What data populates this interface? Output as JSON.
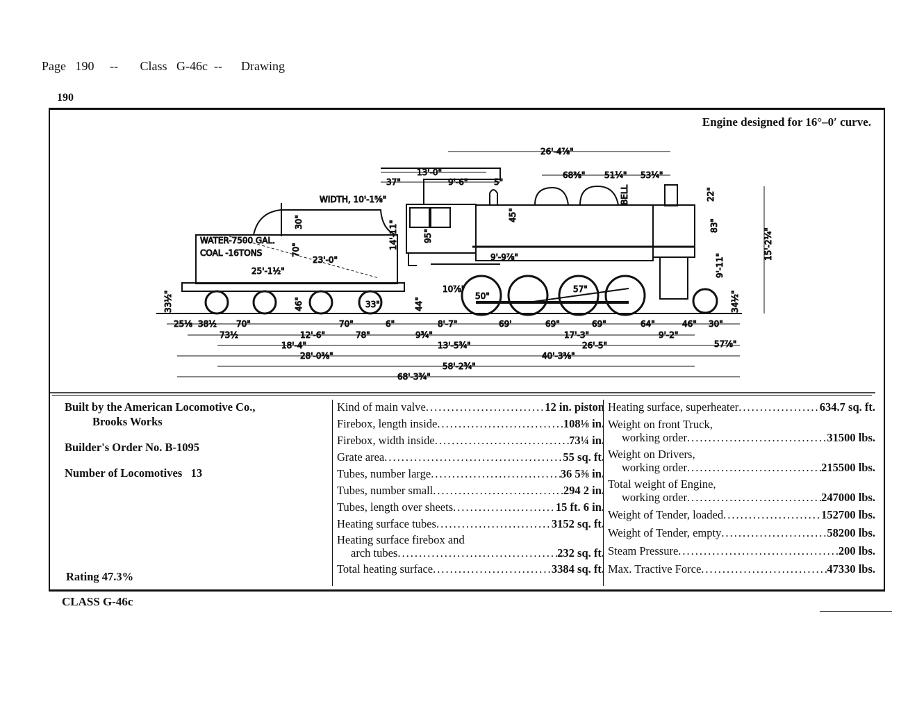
{
  "header": {
    "page_label": "Page",
    "page_number": "190",
    "sep1": "--",
    "class_label": "Class",
    "class_value": "G-46c",
    "sep2": "--",
    "section": "Drawing"
  },
  "page_number_printed": "190",
  "curve_note": "Engine designed for 16°–0′ curve.",
  "drawing": {
    "width_note": "WIDTH, 10'-1⅝\"",
    "water": "WATER-7500 GAL.",
    "coal": "COAL -16TONS",
    "bell": "BELL",
    "dims": [
      "26'-4⅞\"",
      "13'-0\"",
      "37\"",
      "9'-6\"",
      "5\"",
      "68⅜\"",
      "51¼\"",
      "53¼\"",
      "22\"",
      "15'-2¼\"",
      "23'-0\"",
      "25'-1½\"",
      "14'-11\"",
      "9'-9⅞\"",
      "10⅞\"",
      "30\"",
      "70\"",
      "95\"",
      "45\"",
      "83\"",
      "8'-7\"",
      "69'",
      "69\"",
      "69\"",
      "64\"",
      "46\"",
      "30\"",
      "17'-3\"",
      "9'-2\"",
      "25⅛",
      "38½",
      "70\"",
      "70\"",
      "6\"",
      "73½",
      "12'-6\"",
      "78\"",
      "9¾\"",
      "18'-4\"",
      "13'-5¾\"",
      "26'-5\"",
      "57⅞\"",
      "28'-0⅜\"",
      "40'-3⅜\"",
      "58'-2¾\"",
      "68'-3¾\"",
      "33½\"",
      "34½\"",
      "46\"",
      "44\"",
      "33\"",
      "50\"",
      "57\"",
      "9'-11\""
    ]
  },
  "specs": {
    "left": {
      "built_by": "Built by the American Locomotive Co.,",
      "works": "Brooks Works",
      "order": "Builder's Order No. B-1095",
      "num_label": "Number of Locomotives",
      "num_value": "13",
      "rating": "Rating 47.3%"
    },
    "middle": [
      {
        "k": "Kind of main valve",
        "v": "12 in. piston"
      },
      {
        "k": "Firebox, length inside",
        "v": "108⅛ in."
      },
      {
        "k": "Firebox, width inside",
        "v": "73¼ in."
      },
      {
        "k": "Grate area",
        "v": "55 sq. ft."
      },
      {
        "k": "Tubes, number large",
        "v": "36   5⅜ in."
      },
      {
        "k": "Tubes, number small",
        "v": "294    2 in."
      },
      {
        "k": "Tubes, length over sheets",
        "v": "15 ft. 6 in."
      },
      {
        "k": "Heating surface tubes",
        "v": "3152 sq. ft."
      },
      {
        "k1": "Heating surface firebox and",
        "k": "arch tubes",
        "v": "232 sq. ft."
      },
      {
        "k": "Total heating surface",
        "v": "3384 sq. ft."
      }
    ],
    "right": [
      {
        "k": "Heating surface, superheater",
        "v": "634.7 sq. ft."
      },
      {
        "k1": "Weight on front Truck,",
        "k": "working order",
        "v": "31500 lbs."
      },
      {
        "k1": "Weight on Drivers,",
        "k": "working order",
        "v": "215500 lbs."
      },
      {
        "k1": "Total weight of Engine,",
        "k": "working order",
        "v": "247000 lbs."
      },
      {
        "k": "Weight of Tender, loaded",
        "v": "152700 lbs."
      },
      {
        "k": "Weight of Tender, empty",
        "v": "58200 lbs."
      },
      {
        "k": "Steam Pressure",
        "v": "200 lbs."
      },
      {
        "k": "Max. Tractive Force",
        "v": "47330 lbs."
      }
    ]
  },
  "footer_class": "CLASS G-46c"
}
